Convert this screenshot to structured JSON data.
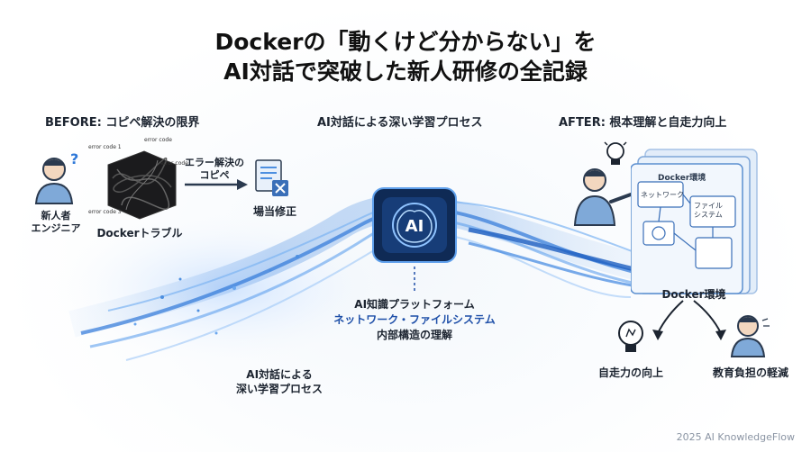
{
  "title": {
    "line1": "Dockerの「動くけど分からない」を",
    "line2": "AI対話で突破した新人研修の全記録"
  },
  "sections": {
    "before": "BEFORE: コピペ解決の限界",
    "middle": "AI対話による深い学習プロセス",
    "after": "AFTER: 根本理解と自走力向上"
  },
  "before": {
    "person_label": "新人者\nエンジニア",
    "trouble_label": "Dockerトラブル",
    "copy_label": "エラー解決の\nコピペ",
    "temp_fix_label": "場当修正",
    "error_code_1": "error code 1",
    "error_code_2": "error code",
    "error_code_3": "error code 3",
    "error_code_4": "error code"
  },
  "middle": {
    "ai_badge": "AI",
    "platform_line1": "AI知識プラットフォーム",
    "platform_line2": "ネットワーク・ファイルシステム",
    "platform_line3": "内部構造の理解",
    "stream_label": "AI対話による\n深い学習プロセス"
  },
  "after": {
    "panel_title": "Docker環境",
    "network_label": "ネットワーク",
    "filesystem_label": "ファイル\nシステム",
    "env_label": "Docker環境",
    "self_label": "自走力の向上",
    "edu_label": "教育負担の軽減"
  },
  "footer": "2025 AI KnowledgeFlow",
  "colors": {
    "accent": "#1e4fa8",
    "stream": "#4d8fe0",
    "panel": "#cfe0f7"
  }
}
